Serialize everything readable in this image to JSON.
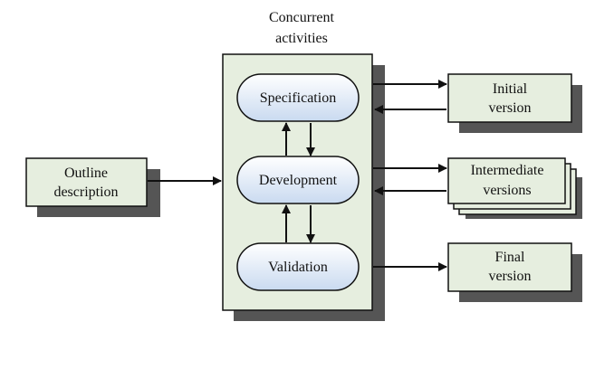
{
  "title": {
    "line1": "Concurrent",
    "line2": "activities"
  },
  "outline": {
    "line1": "Outline",
    "line2": "description"
  },
  "activities": {
    "specification": "Specification",
    "development": "Development",
    "validation": "Validation"
  },
  "outputs": {
    "initial": {
      "line1": "Initial",
      "line2": "version"
    },
    "intermediate": {
      "line1": "Intermediate",
      "line2": "versions"
    },
    "final": {
      "line1": "Final",
      "line2": "version"
    }
  },
  "colors": {
    "box_fill": "#e6eedf",
    "shadow": "#555555",
    "pill_fill": "#e2ecf8",
    "stroke": "#111111"
  }
}
